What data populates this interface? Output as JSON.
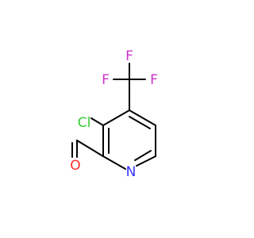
{
  "molecule": {
    "atoms": [
      {
        "id": "F1",
        "label": "F",
        "color": "#cc33cc"
      },
      {
        "id": "F2",
        "label": "F",
        "color": "#cc33cc"
      },
      {
        "id": "F3",
        "label": "F",
        "color": "#cc33cc"
      },
      {
        "id": "Cl",
        "label": "Cl",
        "color": "#33cc33"
      },
      {
        "id": "N",
        "label": "N",
        "color": "#3333ff"
      },
      {
        "id": "O",
        "label": "O",
        "color": "#ff2a2a"
      }
    ],
    "bond_color": "#000000"
  }
}
